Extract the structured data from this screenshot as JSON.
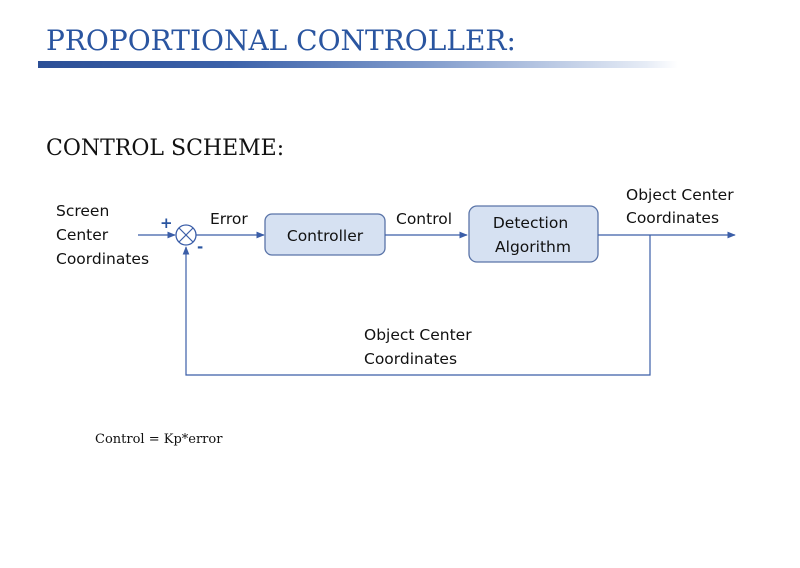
{
  "title": "PROPORTIONAL CONTROLLER:",
  "section_heading": "CONTROL SCHEME:",
  "diagram": {
    "input_label": [
      "Screen",
      "Center",
      "Coordinates"
    ],
    "plus_sign": "+",
    "minus_sign": "-",
    "error_label": "Error",
    "controller_label": "Controller",
    "control_label": "Control",
    "detection_label": [
      "Detection",
      "Algorithm"
    ],
    "output_label": [
      "Object Center",
      "Coordinates"
    ],
    "feedback_label": [
      "Object Center",
      "Coordinates"
    ]
  },
  "formula": "Control = Kp*error",
  "colors": {
    "title": "#2a55a0",
    "box_fill": "#d6e1f2",
    "box_border": "#5a74a8",
    "wire": "#3b5ea8"
  }
}
